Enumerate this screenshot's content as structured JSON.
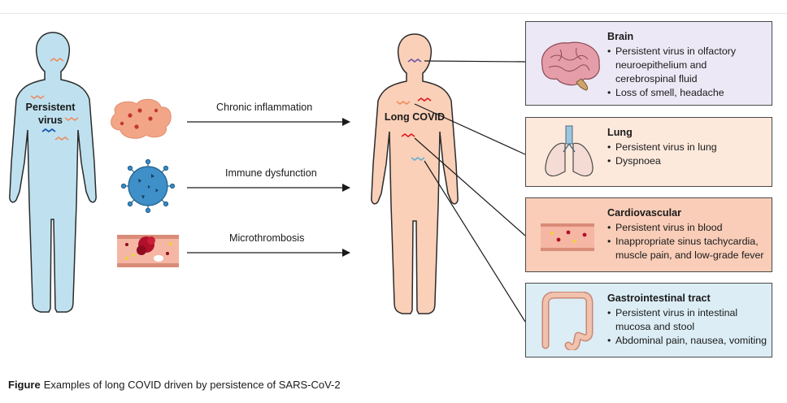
{
  "mechanisms": [
    {
      "label": "Chronic inflammation"
    },
    {
      "label": "Immune dysfunction"
    },
    {
      "label": "Microthrombosis"
    }
  ],
  "left_figure": {
    "label_line1": "Persistent",
    "label_line2": "virus"
  },
  "center_figure": {
    "label": "Long COVID"
  },
  "panels": [
    {
      "title": "Brain",
      "bullets": [
        "Persistent virus in olfactory neuroepithelium and cerebrospinal fluid",
        "Loss of smell, headache"
      ],
      "color": "#ece8f5"
    },
    {
      "title": "Lung",
      "bullets": [
        "Persistent virus in lung",
        "Dyspnoea"
      ],
      "color": "#fde9dc"
    },
    {
      "title": "Cardiovascular",
      "bullets": [
        "Persistent virus in blood",
        "Inappropriate sinus tachycardia, muscle pain, and low-grade fever"
      ],
      "color": "#f9cdb8"
    },
    {
      "title": "Gastrointestinal tract",
      "bullets": [
        "Persistent virus in intestinal mucosa and stool",
        "Abdominal pain, nausea, vomiting"
      ],
      "color": "#dcedf5"
    }
  ],
  "caption": {
    "label": "Figure",
    "text": "Examples of long COVID driven by persistence of SARS-CoV-2"
  },
  "colors": {
    "blue_body": "#bfe1ef",
    "peach_body": "#fbd0b8",
    "outline": "#2b2b2b",
    "virus": "#3f8fc8",
    "clot": "#b2102a"
  }
}
